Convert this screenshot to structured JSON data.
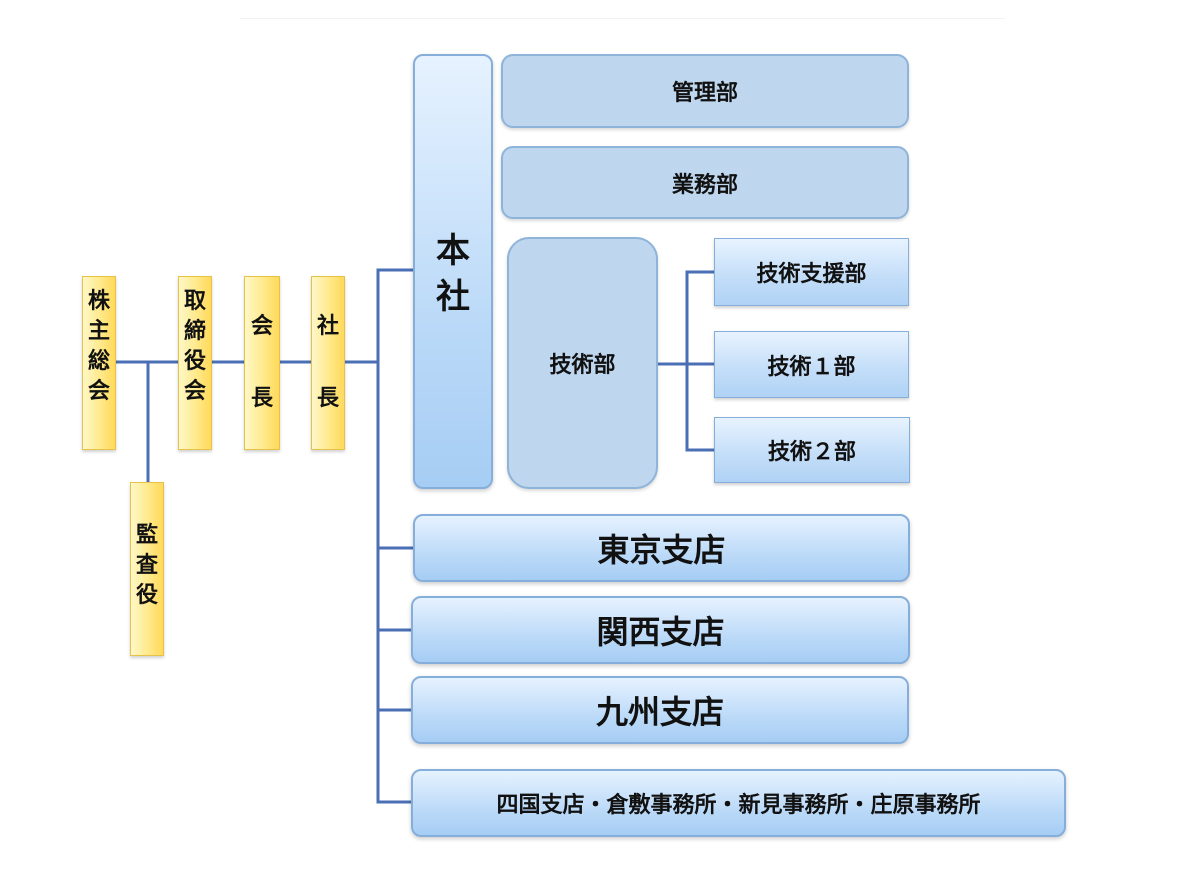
{
  "colors": {
    "line": "#4a6fb5",
    "yellow_box": "#ffe98a",
    "blue_box": "#bcdaf8",
    "pale_blue_box": "#bed6ee"
  },
  "nodes": {
    "shareholders": "株主総会",
    "auditor": "監査役",
    "board": "取締役会",
    "chairman": [
      "会",
      "長"
    ],
    "president": [
      "社",
      "長"
    ],
    "headquarters": "本社",
    "admin_dept": "管理部",
    "business_dept": "業務部",
    "tech_dept": "技術部",
    "tech_support_dept": "技術支援部",
    "tech_dept_1": "技術１部",
    "tech_dept_2": "技術２部",
    "tokyo_branch": "東京支店",
    "kansai_branch": "関西支店",
    "kyushu_branch": "九州支店",
    "other_offices": "四国支店・倉敷事務所・新見事務所・庄原事務所"
  }
}
